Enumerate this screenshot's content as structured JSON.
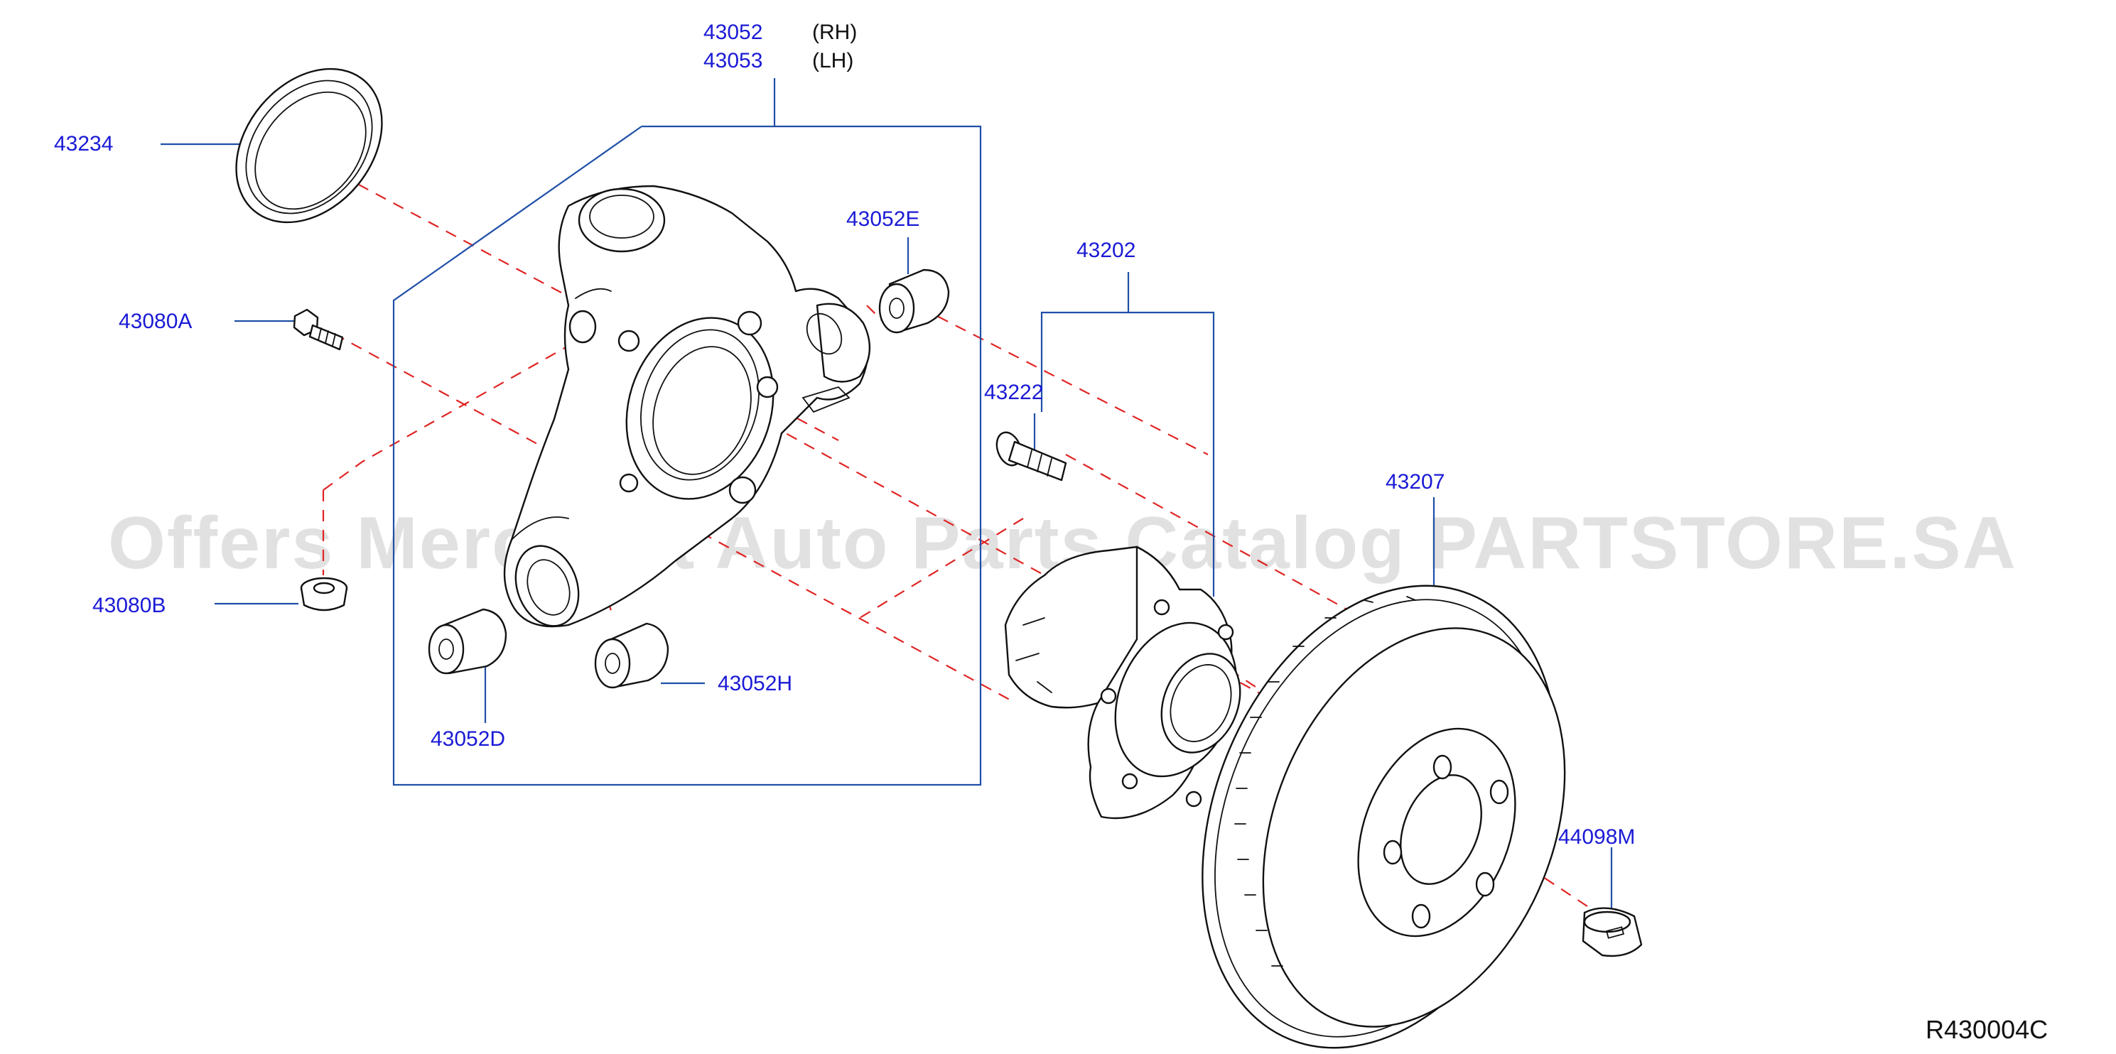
{
  "diagram": {
    "parts": {
      "knuckle_rh": "43052",
      "knuckle_lh": "43053",
      "rh_label": "(RH)",
      "lh_label": "(LH)",
      "baffle_plate": "43234",
      "bolt_a": "43080A",
      "nut_b": "43080B",
      "bushing_e": "43052E",
      "bushing_d": "43052D",
      "bushing_h": "43052H",
      "hub_assembly": "43202",
      "hub_bolt": "43222",
      "disc_rotor": "43207",
      "rotor_screw": "44098M"
    },
    "reference_code": "R430004C",
    "watermark": "Offers Merchant Auto Parts Catalog PARTSTORE.SA",
    "colors": {
      "label": "#1a1ad6",
      "leader": "#1f4fa8",
      "centerline": "#e02424",
      "outline": "#111111"
    }
  }
}
